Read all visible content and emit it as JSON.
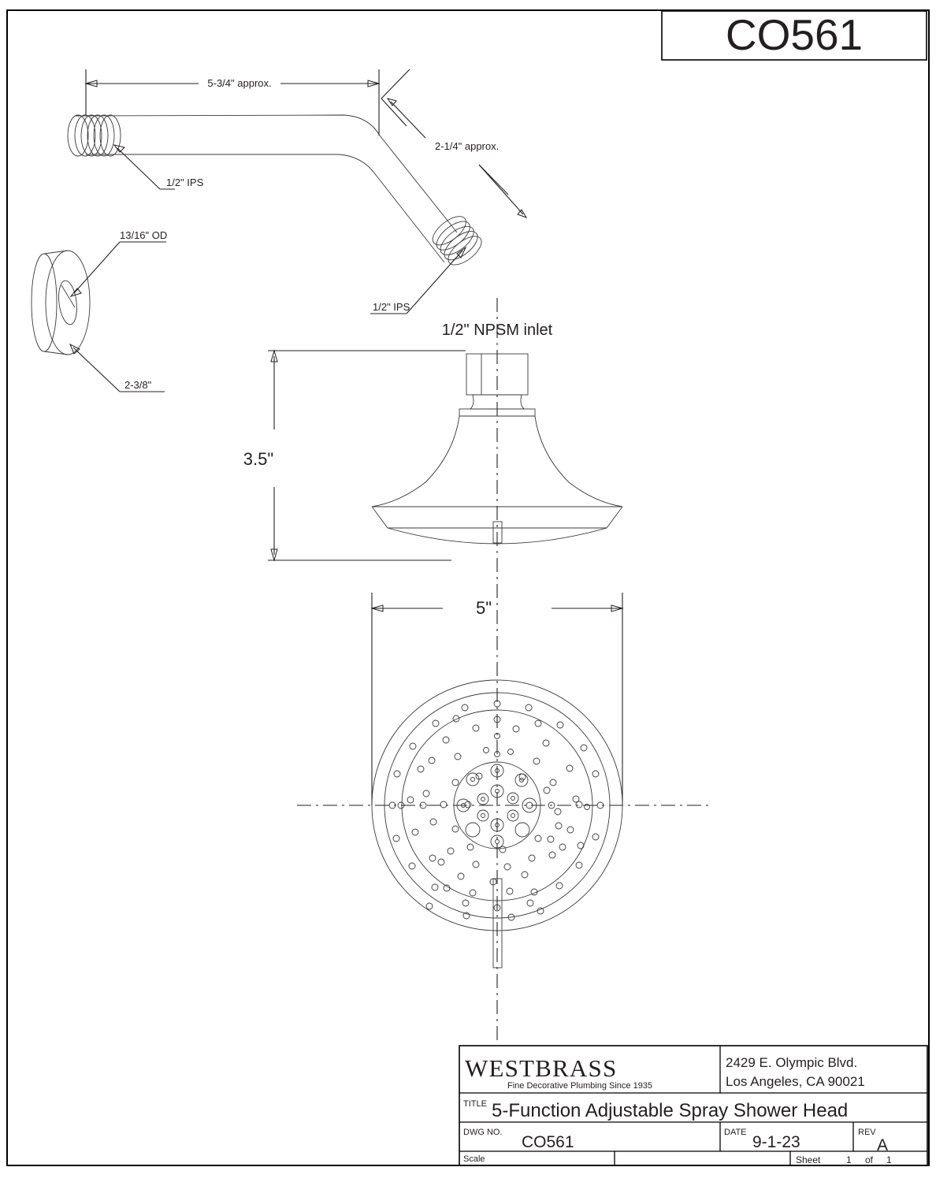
{
  "document": {
    "part_number_box": "CO561"
  },
  "views": {
    "shower_arm": {
      "length_dim": "5-3/4\" approx.",
      "drop_dim": "2-1/4\" approx.",
      "inlet_thread_label": "1/2\" IPS",
      "outlet_thread_label": "1/2\" IPS"
    },
    "flange": {
      "bore_label": "13/16\" OD",
      "outside_label": "2-3/8\""
    },
    "shower_head_side": {
      "inlet_label": "1/2\" NPSM inlet",
      "height_dim": "3.5\""
    },
    "shower_head_face": {
      "diameter_dim": "5\""
    }
  },
  "title_block": {
    "company_name": "WESTBRASS",
    "company_tagline": "Fine Decorative Plumbing Since 1935",
    "address_line1": "2429 E. Olympic Blvd.",
    "address_line2": "Los Angeles, CA 90021",
    "title_label": "TITLE",
    "title_value": "5-Function Adjustable Spray Shower Head",
    "dwg_no_label": "DWG NO.",
    "dwg_no_value": "CO561",
    "date_label": "DATE",
    "date_value": "9-1-23",
    "rev_label": "REV",
    "rev_value": "A",
    "scale_label": "Scale",
    "scale_value": "",
    "sheet_label": "Sheet",
    "sheet_number": "1",
    "sheet_of": "of",
    "sheet_total": "1"
  },
  "colors": {
    "line": "#231f20",
    "thin_line": "#3a3a3a",
    "frame": "#000000",
    "background": "#ffffff"
  }
}
